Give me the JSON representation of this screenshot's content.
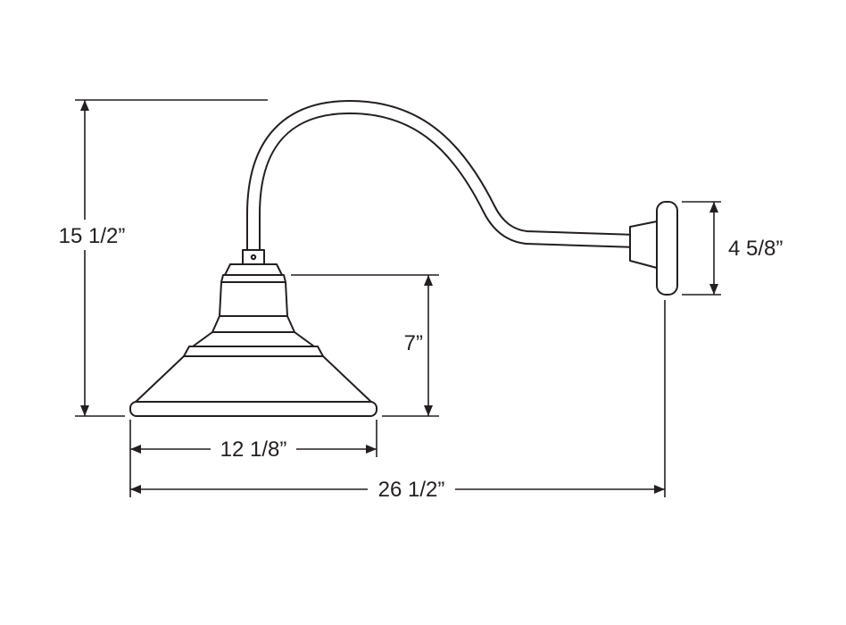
{
  "diagram": {
    "colors": {
      "line": "#231f20",
      "background": "#ffffff"
    },
    "dimensions": {
      "overall_height": "15 1/2”",
      "mount_height": "4 5/8”",
      "shade_height": "7”",
      "shade_diameter": "12 1/8”",
      "overall_width": "26 1/2”"
    }
  }
}
